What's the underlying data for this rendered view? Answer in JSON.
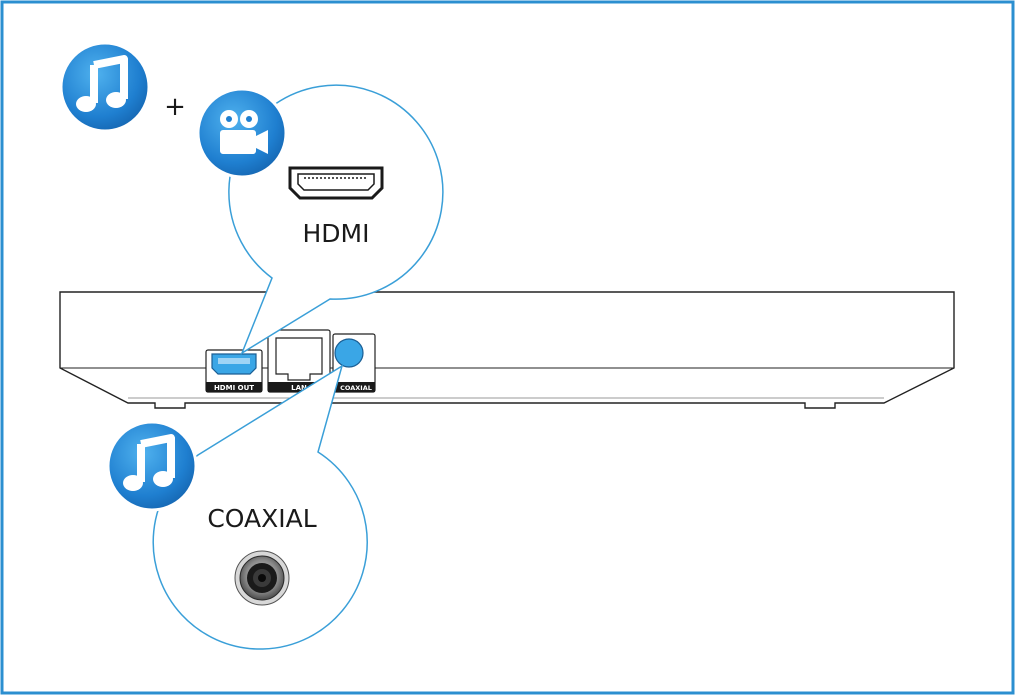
{
  "plus_sign": "+",
  "callouts": {
    "hdmi_label": "HDMI",
    "coaxial_label": "COAXIAL"
  },
  "ports": {
    "hdmi_out": "HDMI OUT",
    "lan": "LAN",
    "coaxial": "COAXIAL"
  },
  "icons": {
    "audio": "music-note-icon",
    "video": "video-camera-icon"
  },
  "colors": {
    "frame": "#2b8fd0",
    "badge": "#1f7fd0",
    "port_highlight": "#3aa6e6",
    "callout_line": "#3a9fd8"
  }
}
